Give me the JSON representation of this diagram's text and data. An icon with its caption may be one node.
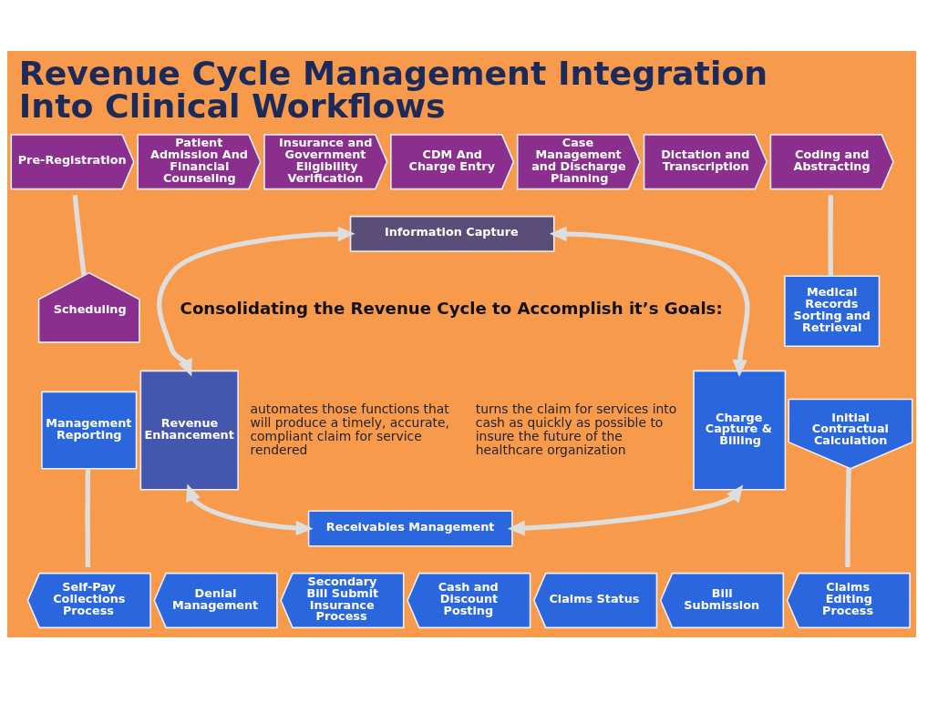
{
  "diagram": {
    "title": "Revenue Cycle Management Integration Into Clinical Workflows",
    "nodes": [
      {
        "text": [
          "Pre-Registration"
        ]
      },
      {
        "text": [
          "Patient Admission And Financial Counseling"
        ]
      },
      {
        "text": [
          "Insurance and Government Eligibility Verification"
        ]
      },
      {
        "text": [
          "CDM And Charge Entry"
        ]
      },
      {
        "text": [
          "Case Management and Discharge Planning"
        ]
      },
      {
        "text": [
          "Dictation and Transcription"
        ]
      },
      {
        "text": [
          "Coding and Abstracting"
        ]
      },
      {
        "text": [
          "Scheduling"
        ]
      },
      {
        "text": [
          "Information Capture"
        ]
      },
      {
        "text": [
          "Revenue Enhancement"
        ]
      },
      {
        "text": [
          "Charge Capture & Billing"
        ]
      },
      {
        "text": [
          "Medical Records Sorting and Retrieval"
        ]
      },
      {
        "text": [
          "Management Reporting"
        ]
      },
      {
        "text": [
          "Initial Contractual Calculation"
        ]
      },
      {
        "text": [
          "Receivables Management"
        ]
      },
      {
        "text": [
          "Self-Pay Collections Process"
        ]
      },
      {
        "text": [
          "Denial Management"
        ]
      },
      {
        "text": [
          "Secondary Bill Submit Insurance Process"
        ]
      },
      {
        "text": [
          "Cash and Discount Posting"
        ]
      },
      {
        "text": [
          "Claims Status"
        ]
      },
      {
        "text": [
          "Bill Submission"
        ]
      },
      {
        "text": [
          "Claims Editing Process"
        ]
      }
    ],
    "edges": [
      {
        "from": 0,
        "to": 7,
        "arrow": "none"
      },
      {
        "from": 6,
        "to": 11,
        "arrow": "none"
      },
      {
        "from": 13,
        "to": 21,
        "arrow": "none"
      },
      {
        "from": 12,
        "to": 15,
        "arrow": "none"
      },
      {
        "from": 8,
        "to": 9,
        "arrow": "both"
      },
      {
        "from": 8,
        "to": 10,
        "arrow": "both"
      },
      {
        "from": 9,
        "to": 14,
        "arrow": "both"
      },
      {
        "from": 10,
        "to": 14,
        "arrow": "both"
      }
    ],
    "labels": [
      "Consolidating the Revenue Cycle to Accomplish it’s Goals:",
      "automates those functions that will produce a timely, accurate, compliant claim for service rendered",
      "turns the claim for services into cash as quickly as possible to insure the future of the healthcare organization"
    ]
  }
}
